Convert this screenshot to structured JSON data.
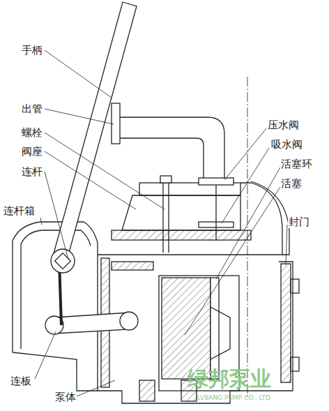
{
  "diagram": {
    "labels": [
      "手柄",
      "出管",
      "螺栓",
      "阀座",
      "连杆",
      "连杆箱",
      "连板",
      "泵体",
      "压水阀",
      "吸水阀",
      "活塞环",
      "活塞",
      "封门",
      "绿邦泵业",
      "LVBANG PUMP CO., LTD"
    ]
  }
}
